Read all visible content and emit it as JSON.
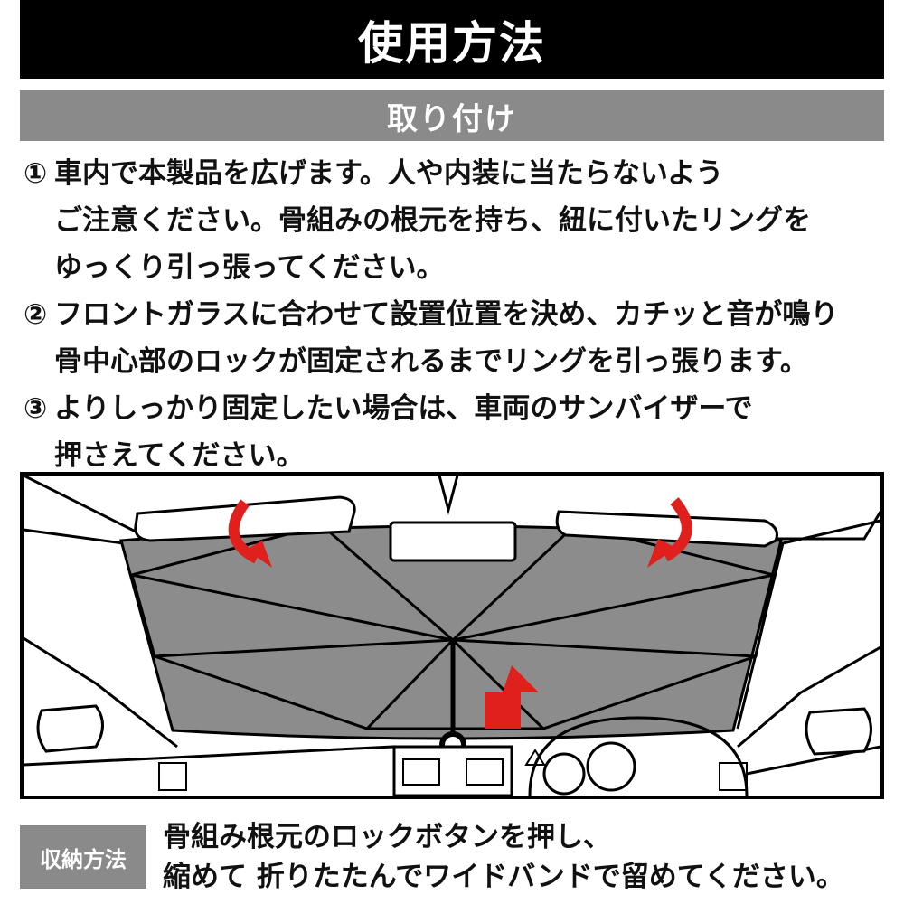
{
  "header": {
    "title": "使用方法"
  },
  "section": {
    "title": "取り付け"
  },
  "steps": [
    {
      "num": "①",
      "text": "車内で本製品を広げます。人や内装に当たらないよう\nご注意ください。骨組みの根元を持ち、紐に付いたリングを\nゆっくり引っ張ってください。"
    },
    {
      "num": "②",
      "text": "フロントガラスに合わせて設置位置を決め、カチッと音が鳴り\n骨中心部のロックが固定されるまでリングを引っ張ります。"
    },
    {
      "num": "③",
      "text": "よりしっかり固定したい場合は、車両のサンバイザーで\n押さえてください。"
    }
  ],
  "storage": {
    "label": "収納方法",
    "text": "骨組み根元のロックボタンを押し、\n縮めて 折りたたんでワイドバンドで留めてください。"
  },
  "colors": {
    "header_bg": "#000000",
    "section_bg": "#8a8a8a",
    "shade_fill": "#8c8c8c",
    "arrow_red": "#e0201c"
  },
  "icons": [
    "curved-arrow-icon",
    "up-arrow-icon",
    "warning-triangle-icon"
  ]
}
